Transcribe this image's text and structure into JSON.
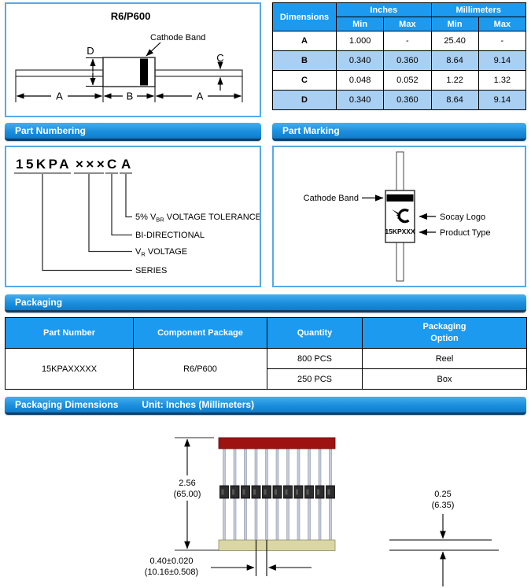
{
  "colors": {
    "banner_blue": "#1b8fdd",
    "banner_edge_navy": "#0e3f66",
    "table_header_blue": "#1b9af0",
    "row_light_blue": "#a9cff2",
    "box_border_blue": "#58a9e6",
    "tape_red": "#9e1212",
    "tape_khaki": "#dad7a4",
    "diode_body_dark": "#2d2d2d"
  },
  "package_outline": {
    "title": "R6/P600",
    "cathode_band": "Cathode Band",
    "dims": {
      "a": "A",
      "b": "B",
      "c": "C",
      "d": "D"
    }
  },
  "dimensions_table": {
    "header": {
      "dimensions": "Dimensions",
      "inches": "Inches",
      "millimeters": "Millimeters",
      "min": "Min",
      "max": "Max"
    },
    "rows": [
      {
        "dim": "A",
        "in_min": "1.000",
        "in_max": "-",
        "mm_min": "25.40",
        "mm_max": "-"
      },
      {
        "dim": "B",
        "in_min": "0.340",
        "in_max": "0.360",
        "mm_min": "8.64",
        "mm_max": "9.14"
      },
      {
        "dim": "C",
        "in_min": "0.048",
        "in_max": "0.052",
        "mm_min": "1.22",
        "mm_max": "1.32"
      },
      {
        "dim": "D",
        "in_min": "0.340",
        "in_max": "0.360",
        "mm_min": "8.64",
        "mm_max": "9.14"
      }
    ]
  },
  "part_numbering": {
    "banner": "Part Numbering",
    "segments": {
      "series": "15KPA",
      "voltage": "×××",
      "c": "C",
      "a": "A"
    },
    "labels": {
      "tolerance_pre": "5% V",
      "tolerance_sub": "BR",
      "tolerance_post": " VOLTAGE TOLERANCE",
      "bidirectional": "BI-DIRECTIONAL",
      "vr_pre": "V",
      "vr_sub": "R",
      "vr_post": " VOLTAGE",
      "series": "SERIES"
    }
  },
  "part_marking": {
    "banner": "Part Marking",
    "cathode_band": "Cathode Band",
    "socay_logo": "Socay Logo",
    "product_type": "Product Type",
    "marking_text": "15KPXXX"
  },
  "packaging": {
    "banner": "Packaging",
    "table": {
      "headers": [
        "Part Number",
        "Component Package",
        "Quantity",
        "Packaging Option"
      ],
      "part_number": "15KPAXXXXX",
      "component_package": "R6/P600",
      "options": [
        {
          "quantity": "800 PCS",
          "option": "Reel"
        },
        {
          "quantity": "250 PCS",
          "option": "Box"
        }
      ]
    }
  },
  "packaging_dimensions": {
    "banner_title": "Packaging Dimensions",
    "banner_unit": "Unit: Inches (Millimeters)",
    "height_in": "2.56",
    "height_mm": "(65.00)",
    "tape_in": "0.25",
    "tape_mm": "(6.35)",
    "pitch_in": "0.40±0.020",
    "pitch_mm": "(10.16±0.508)"
  }
}
